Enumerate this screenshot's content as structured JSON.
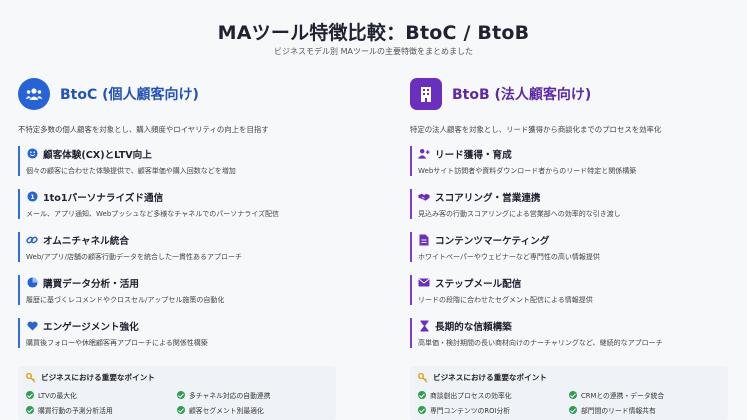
{
  "header": {
    "title": "MAツール特徴比較：BtoC / BtoB",
    "subtitle": "ビジネスモデル別 MAツールの主要特徴をまとめました"
  },
  "colors": {
    "btoc_accent": "#2563d6",
    "btob_accent": "#6b2fbf",
    "check": "#2e9e55",
    "key": "#e0a21b"
  },
  "btoc": {
    "title": "BtoC (個人顧客向け)",
    "icon": "users-icon",
    "description": "不特定多数の個人顧客を対象とし、購入頻度やロイヤリティの向上を目指す",
    "features": [
      {
        "icon": "smile-icon",
        "title": "顧客体験(CX)とLTV向上",
        "desc": "個々の顧客に合わせた体験提供で、顧客単価や購入回数などを増加"
      },
      {
        "icon": "one-to-one-icon",
        "title": "1to1パーソナライズド通信",
        "desc": "メール、アプリ通知、Webプッシュなど多様なチャネルでのパーソナライズ配信"
      },
      {
        "icon": "link-icon",
        "title": "オムニチャネル統合",
        "desc": "Web/アプリ/店舗の顧客行動データを統合した一貫性あるアプローチ"
      },
      {
        "icon": "pie-chart-icon",
        "title": "購買データ分析・活用",
        "desc": "履歴に基づくレコメンドやクロスセル/アップセル施策の自動化"
      },
      {
        "icon": "heart-icon",
        "title": "エンゲージメント強化",
        "desc": "購買後フォローや休眠顧客再アプローチによる関係性構築"
      }
    ],
    "points_title": "ビジネスにおける重要なポイント",
    "points": [
      "LTVの最大化",
      "多チャネル対応の自動連携",
      "購買行動の予測分析活用",
      "顧客セグメント別最適化"
    ]
  },
  "btob": {
    "title": "BtoB (法人顧客向け)",
    "icon": "building-icon",
    "description": "特定の法人顧客を対象とし、リード獲得から商談化までのプロセスを効率化",
    "features": [
      {
        "icon": "user-plus-icon",
        "title": "リード獲得・育成",
        "desc": "Webサイト訪問者や資料ダウンロード者からのリード特定と関係構築"
      },
      {
        "icon": "handshake-icon",
        "title": "スコアリング・営業連携",
        "desc": "見込み客の行動スコアリングによる営業部への効率的な引き渡し"
      },
      {
        "icon": "document-icon",
        "title": "コンテンツマーケティング",
        "desc": "ホワイトペーパーやウェビナーなど専門性の高い情報提供"
      },
      {
        "icon": "mail-icon",
        "title": "ステップメール配信",
        "desc": "リードの段階に合わせたセグメント配信による情報提供"
      },
      {
        "icon": "hourglass-icon",
        "title": "長期的な信頼構築",
        "desc": "高単価・検討期間の長い商材向けのナーチャリングなど、継続的なアプローチ"
      }
    ],
    "points_title": "ビジネスにおける重要なポイント",
    "points": [
      "商談創出プロセスの効率化",
      "CRMとの連携・データ統合",
      "専門コンテンツのROI分析",
      "部門間のリード情報共有"
    ]
  }
}
